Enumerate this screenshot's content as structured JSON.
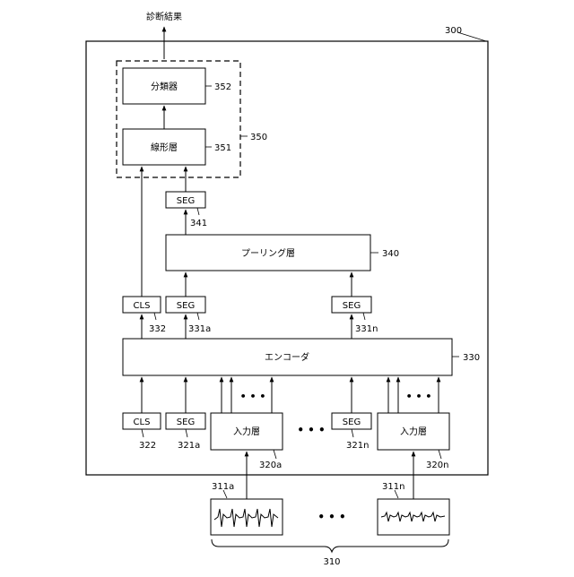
{
  "output_label": "診断結果",
  "system": {
    "ref": "300"
  },
  "head": {
    "ref": "350",
    "classifier": {
      "label": "分類器",
      "ref": "352"
    },
    "linear": {
      "label": "線形層",
      "ref": "351"
    }
  },
  "seg_top": {
    "label": "SEG",
    "ref": "341"
  },
  "pooling": {
    "label": "プーリング層",
    "ref": "340"
  },
  "cls_out": {
    "label": "CLS",
    "ref": "332"
  },
  "seg_out_a": {
    "label": "SEG",
    "ref": "331a"
  },
  "seg_out_n": {
    "label": "SEG",
    "ref": "331n"
  },
  "encoder": {
    "label": "エンコーダ",
    "ref": "330"
  },
  "cls_in": {
    "label": "CLS",
    "ref": "322"
  },
  "seg_in_a": {
    "label": "SEG",
    "ref": "321a"
  },
  "seg_in_n": {
    "label": "SEG",
    "ref": "321n"
  },
  "input_a": {
    "label": "入力層",
    "ref": "320a"
  },
  "input_n": {
    "label": "入力層",
    "ref": "320n"
  },
  "signal_a": {
    "ref": "311a"
  },
  "signal_n": {
    "ref": "311n"
  },
  "signals": {
    "ref": "310"
  },
  "ellipsis": "• • •"
}
